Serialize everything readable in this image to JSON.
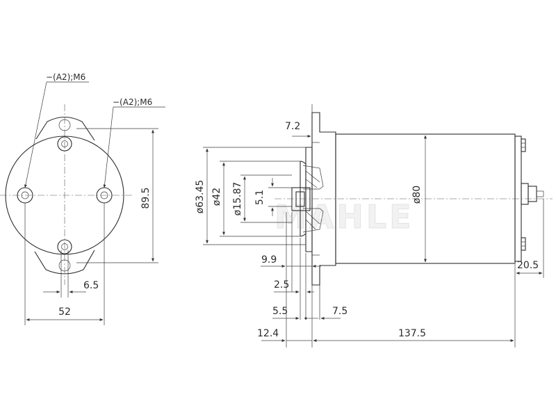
{
  "watermark": "MAHLE",
  "front_view": {
    "callout_1": "−(A2);M6",
    "callout_2": "−(A2);M6",
    "dim_height": "89.5",
    "dim_hole_offset": "6.5",
    "dim_width": "52"
  },
  "side_view": {
    "dim_flange": "7.2",
    "dim_dia_63": "ø63.45",
    "dim_dia_42": "ø42",
    "dim_dia_15": "ø15.87",
    "dim_5_1": "5.1",
    "dim_body_dia": "ø80",
    "dim_9_9": "9.9",
    "dim_2_5": "2.5",
    "dim_5_5": "5.5",
    "dim_7_5": "7.5",
    "dim_12_4": "12.4",
    "dim_137_5": "137.5",
    "dim_20_5": "20.5"
  },
  "colors": {
    "line": "#2b2b2b",
    "background": "#ffffff",
    "watermark": "#e3e3e3"
  }
}
